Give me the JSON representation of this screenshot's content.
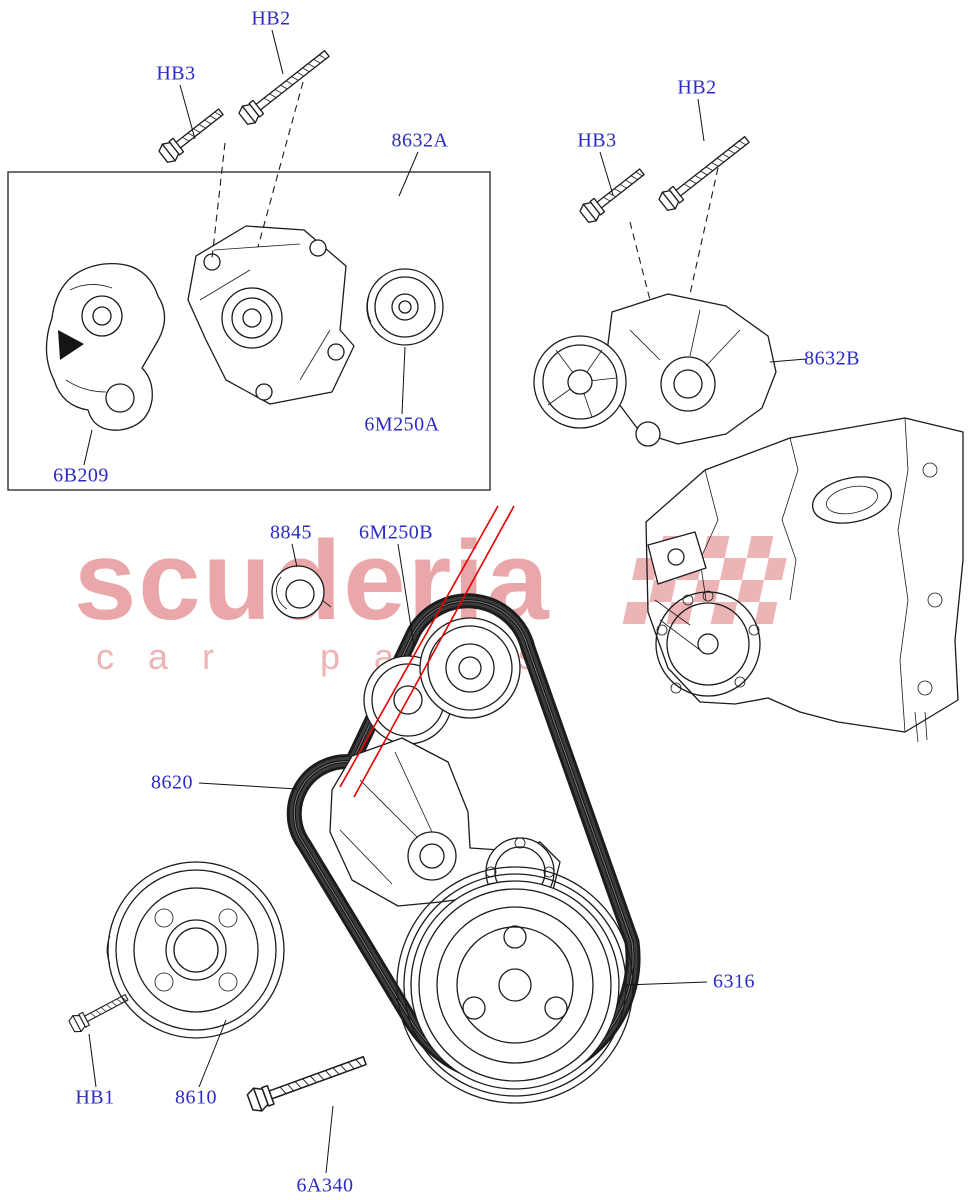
{
  "diagram": {
    "watermark": {
      "brand": "scuderia",
      "subtitle": "car parts"
    },
    "colors": {
      "label": "#2b2bc4",
      "line": "#1b1b1b",
      "highlight": "#e60000",
      "watermark": "#eaa7a9"
    },
    "labels": [
      {
        "id": "hb2-left",
        "text": "HB2"
      },
      {
        "id": "hb3-left",
        "text": "HB3"
      },
      {
        "id": "8632a",
        "text": "8632A"
      },
      {
        "id": "hb2-right",
        "text": "HB2"
      },
      {
        "id": "hb3-right",
        "text": "HB3"
      },
      {
        "id": "8632b",
        "text": "8632B"
      },
      {
        "id": "6m250a",
        "text": "6M250A"
      },
      {
        "id": "6b209",
        "text": "6B209"
      },
      {
        "id": "8845",
        "text": "8845"
      },
      {
        "id": "6m250b",
        "text": "6M250B"
      },
      {
        "id": "8620",
        "text": "8620"
      },
      {
        "id": "6316",
        "text": "6316"
      },
      {
        "id": "hb1",
        "text": "HB1"
      },
      {
        "id": "8610",
        "text": "8610"
      },
      {
        "id": "6a340",
        "text": "6A340"
      }
    ]
  }
}
